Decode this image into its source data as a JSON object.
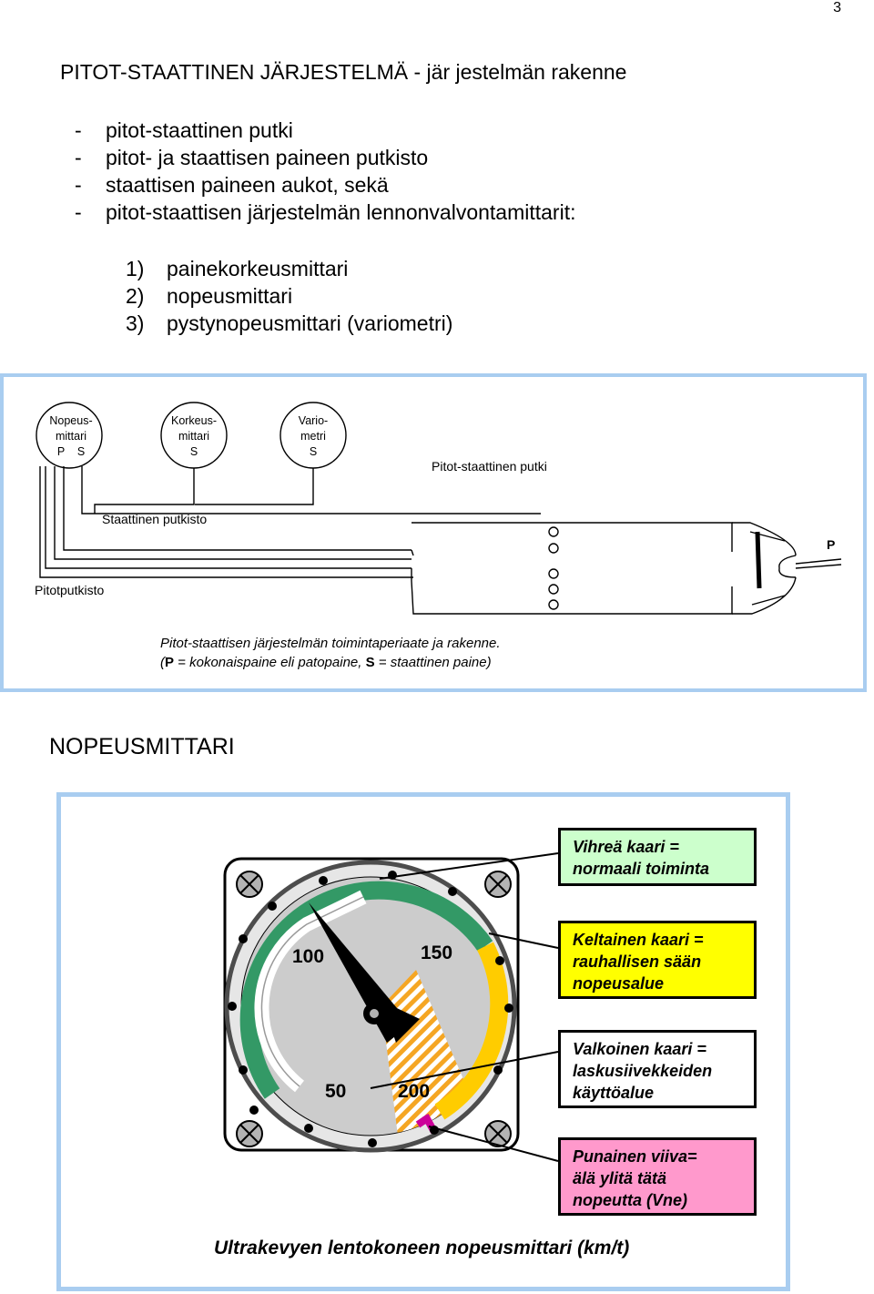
{
  "page_number": "3",
  "title": "PITOT-STAATTINEN JÄRJESTELMÄ -  jär jestelmän rakenne",
  "components": [
    "pitot-staattinen putki",
    "pitot- ja staattisen paineen putkisto",
    "staattisen paineen aukot, sekä",
    "pitot-staattisen järjestelmän lennonvalvontamittarit:"
  ],
  "instruments": [
    {
      "num": "1)",
      "label": "painekorkeusmittari"
    },
    {
      "num": "2)",
      "label": "nopeusmittari"
    },
    {
      "num": "3)",
      "label": "pystynopeusmittari (variometri)"
    }
  ],
  "system_diagram": {
    "gauges": [
      {
        "line1": "Nopeus-",
        "line2": "mittari",
        "line3": "P    S"
      },
      {
        "line1": "Korkeus-",
        "line2": "mittari",
        "line3": "S"
      },
      {
        "line1": "Vario-",
        "line2": "metri",
        "line3": "S"
      }
    ],
    "pitot_tube_label": "Pitot-staattinen putki",
    "static_line_label": "Staattinen putkisto",
    "pitot_line_label": "Pitotputkisto",
    "p_label": "P",
    "caption_line1": "Pitot-staattisen järjestelmän toimintaperiaate ja rakenne.",
    "caption_p": "P",
    "caption_mid": " = kokonaispaine eli patopaine, ",
    "caption_s": "S",
    "caption_end": " = staattinen paine)",
    "caption_open": "("
  },
  "section_title": "NOPEUSMITTARI",
  "airspeed_indicator": {
    "numbers": [
      "100",
      "150",
      "50",
      "200"
    ],
    "legend": [
      {
        "line1": "Vihreä kaari =",
        "line2": "normaali toiminta",
        "color": "#ccffcc"
      },
      {
        "line1": "Keltainen  kaari =",
        "line2": "rauhallisen sään",
        "line3": "nopeusalue",
        "color": "#ffff00"
      },
      {
        "line1": "Valkoinen kaari =",
        "line2": "laskusiivekkeiden",
        "line3": "käyttöalue",
        "color": "#ffffff"
      },
      {
        "line1": "Punainen viiva=",
        "line2": "älä ylitä tätä",
        "line3": "nopeutta (Vne)",
        "color": "#ff99cc"
      }
    ],
    "caption": "Ultrakevyen lentokoneen nopeusmittari (km/t)",
    "colors": {
      "green_arc": "#339966",
      "yellow_arc": "#ffcc00",
      "red_line": "#cc0099",
      "white_arc": "#ffffff",
      "dial_face": "#cccccc",
      "frame": "#4d4d4d"
    }
  }
}
